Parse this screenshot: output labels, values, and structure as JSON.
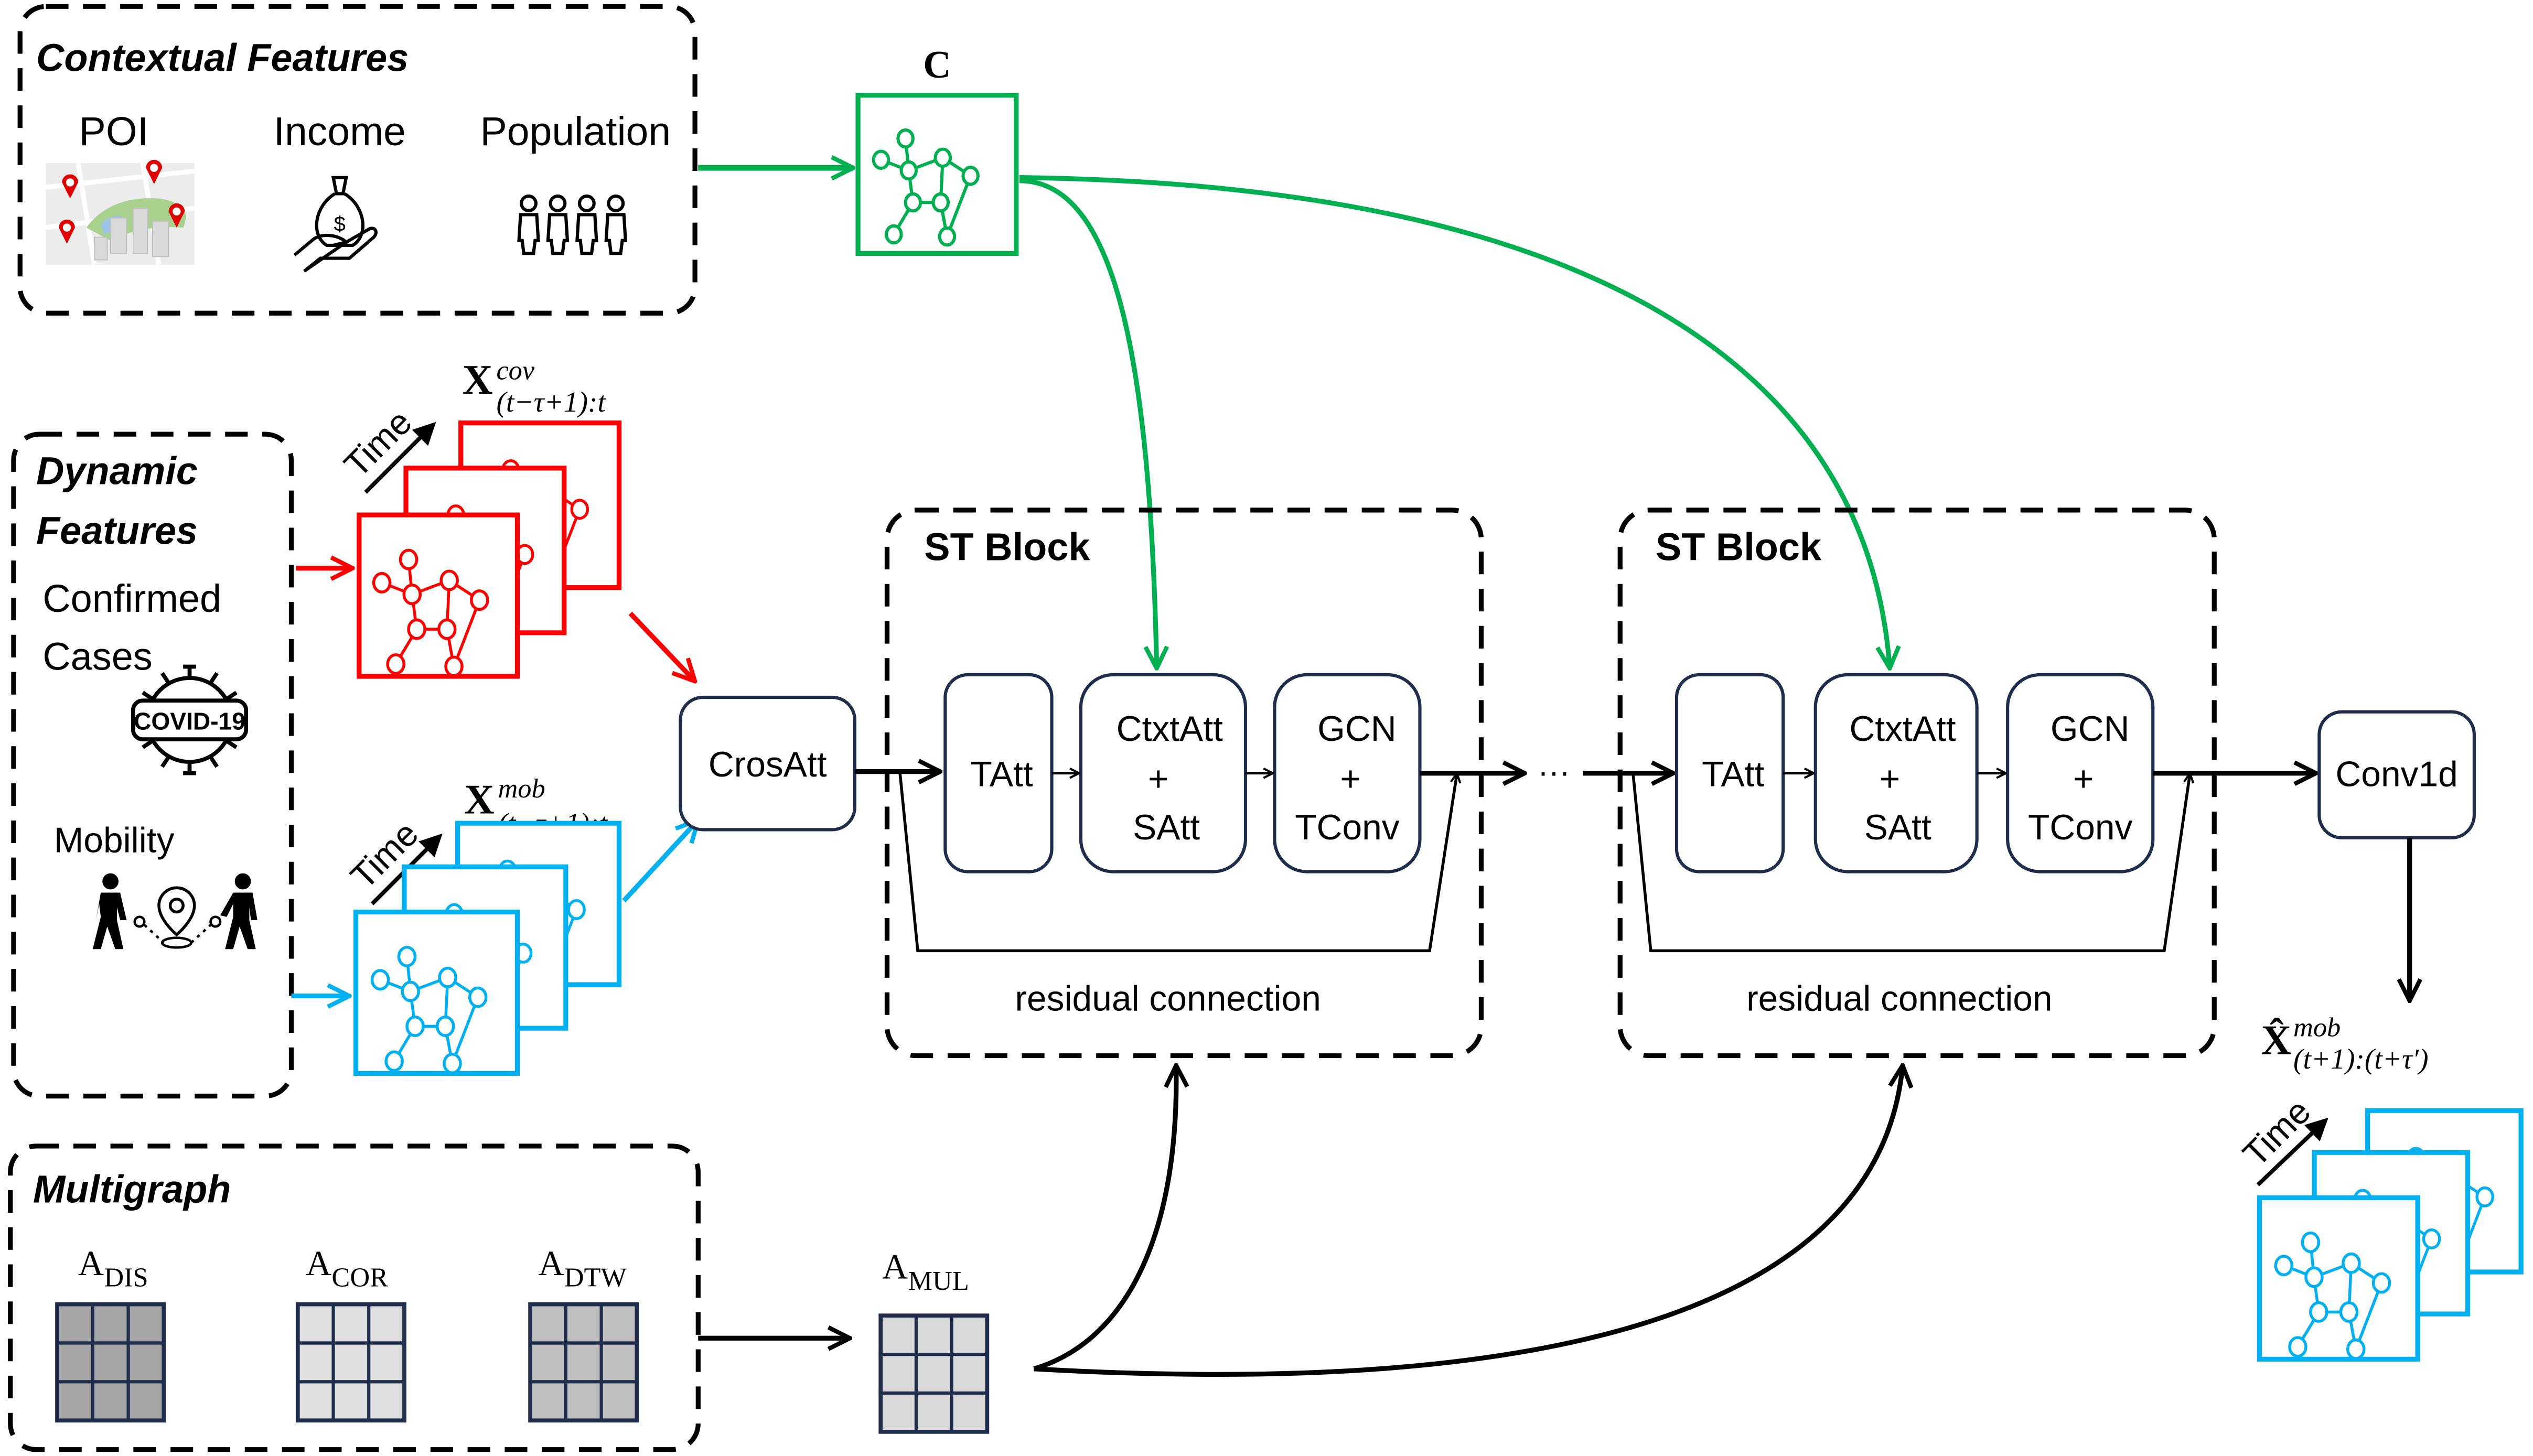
{
  "colors": {
    "context": "#00b050",
    "covid": "#ff0000",
    "mobility": "#00b0f0",
    "module_border": "#1f2d4d",
    "matrix_dis": "#a6a6a6",
    "matrix_cor": "#dedede",
    "matrix_dtw": "#bfbfbf",
    "matrix_mul": "#d9d9d9"
  },
  "contextual": {
    "title": "Contextual Features",
    "items": [
      {
        "label": "POI",
        "icon": "map-poi-icon"
      },
      {
        "label": "Income",
        "icon": "money-bag-hand-icon"
      },
      {
        "label": "Population",
        "icon": "people-icon"
      }
    ]
  },
  "context_graph": {
    "label": "C"
  },
  "dynamic": {
    "title_line1": "Dynamic",
    "title_line2": "Features",
    "confirmed_line1": "Confirmed",
    "confirmed_line2": "Cases",
    "covid_badge": "COVID-19",
    "mobility": "Mobility"
  },
  "inputs": {
    "cov": {
      "base": "X",
      "sup": "cov",
      "sub": "(t−τ+1):t"
    },
    "mob": {
      "base": "X",
      "sup": "mob",
      "sub": "(t−τ+1):t"
    },
    "time_label": "Time"
  },
  "crossatt": {
    "label": "CrosAtt"
  },
  "st_blocks": [
    {
      "title": "ST Block",
      "tatt": "TAtt",
      "ctxt_line1": "CtxtAtt",
      "ctxt_plus": "+",
      "ctxt_line2": "SAtt",
      "gcn_line1": "GCN",
      "gcn_plus": "+",
      "gcn_line2": "TConv",
      "residual": "residual connection"
    },
    {
      "title": "ST Block",
      "tatt": "TAtt",
      "ctxt_line1": "CtxtAtt",
      "ctxt_plus": "+",
      "ctxt_line2": "SAtt",
      "gcn_line1": "GCN",
      "gcn_plus": "+",
      "gcn_line2": "TConv",
      "residual": "residual connection"
    }
  ],
  "ellipsis": "···",
  "conv1d": {
    "label": "Conv1d"
  },
  "output": {
    "base": "X̂",
    "sup": "mob",
    "sub": "(t+1):(t+τ′)",
    "time_label": "Time"
  },
  "multigraph": {
    "title": "Multigraph",
    "matrices": [
      {
        "base": "A",
        "sub": "DIS"
      },
      {
        "base": "A",
        "sub": "COR"
      },
      {
        "base": "A",
        "sub": "DTW"
      }
    ],
    "merged": {
      "base": "A",
      "sub": "MUL"
    }
  }
}
